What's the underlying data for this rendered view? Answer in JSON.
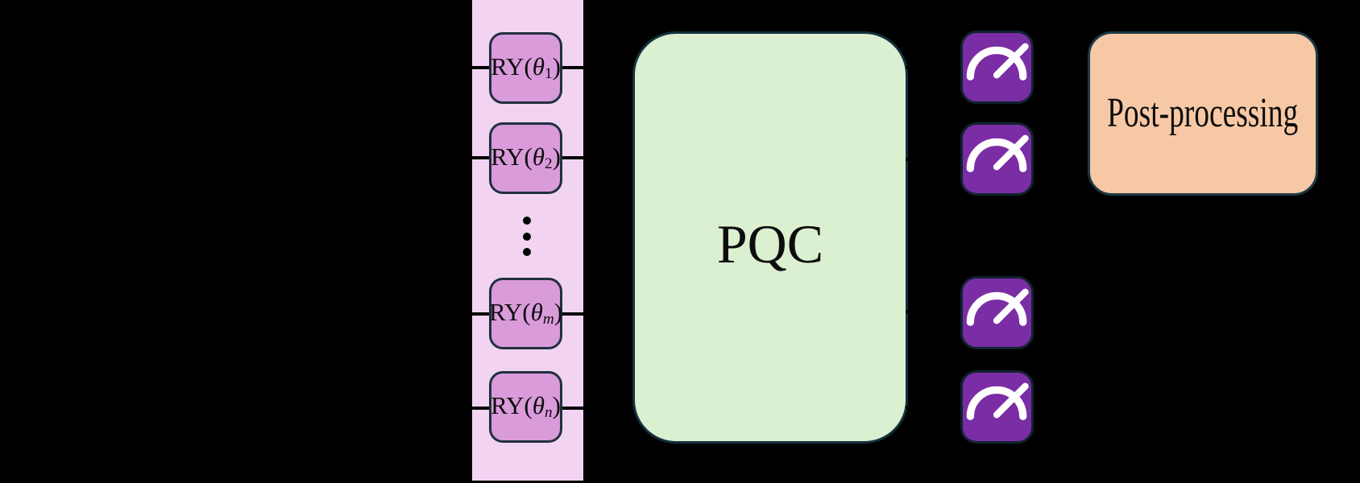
{
  "colors": {
    "background": "#000000",
    "band-fill": "#f2d4f2",
    "gate-fill": "#da9bdb",
    "gate-border": "#20303f",
    "wire": "#000000",
    "dot": "#000000",
    "pqc-fill": "#dbf0d1",
    "pqc-border": "#14303c",
    "measure-fill": "#7a2da4",
    "measure-border": "#102330",
    "measure-glyph": "#ffffff",
    "post-fill": "#f7c8a5",
    "post-border": "#1c3a46",
    "text": "#0d0d0d"
  },
  "encoding_band": {
    "gates": [
      {
        "prefix": "RY(",
        "theta": "θ",
        "sub": "1",
        "suffix": ")"
      },
      {
        "prefix": "RY(",
        "theta": "θ",
        "sub": "2",
        "suffix": ")"
      },
      {
        "prefix": "RY(",
        "theta": "θ",
        "sub": "m",
        "suffix": ")"
      },
      {
        "prefix": "RY(",
        "theta": "θ",
        "sub": "n",
        "suffix": ")"
      }
    ],
    "ellipsis_dot_count": 3
  },
  "pqc_block": {
    "label": "PQC"
  },
  "measurement_column": {
    "icon_name": "measurement-gauge",
    "count": 4
  },
  "post_processing_block": {
    "label": "Post-processing"
  }
}
